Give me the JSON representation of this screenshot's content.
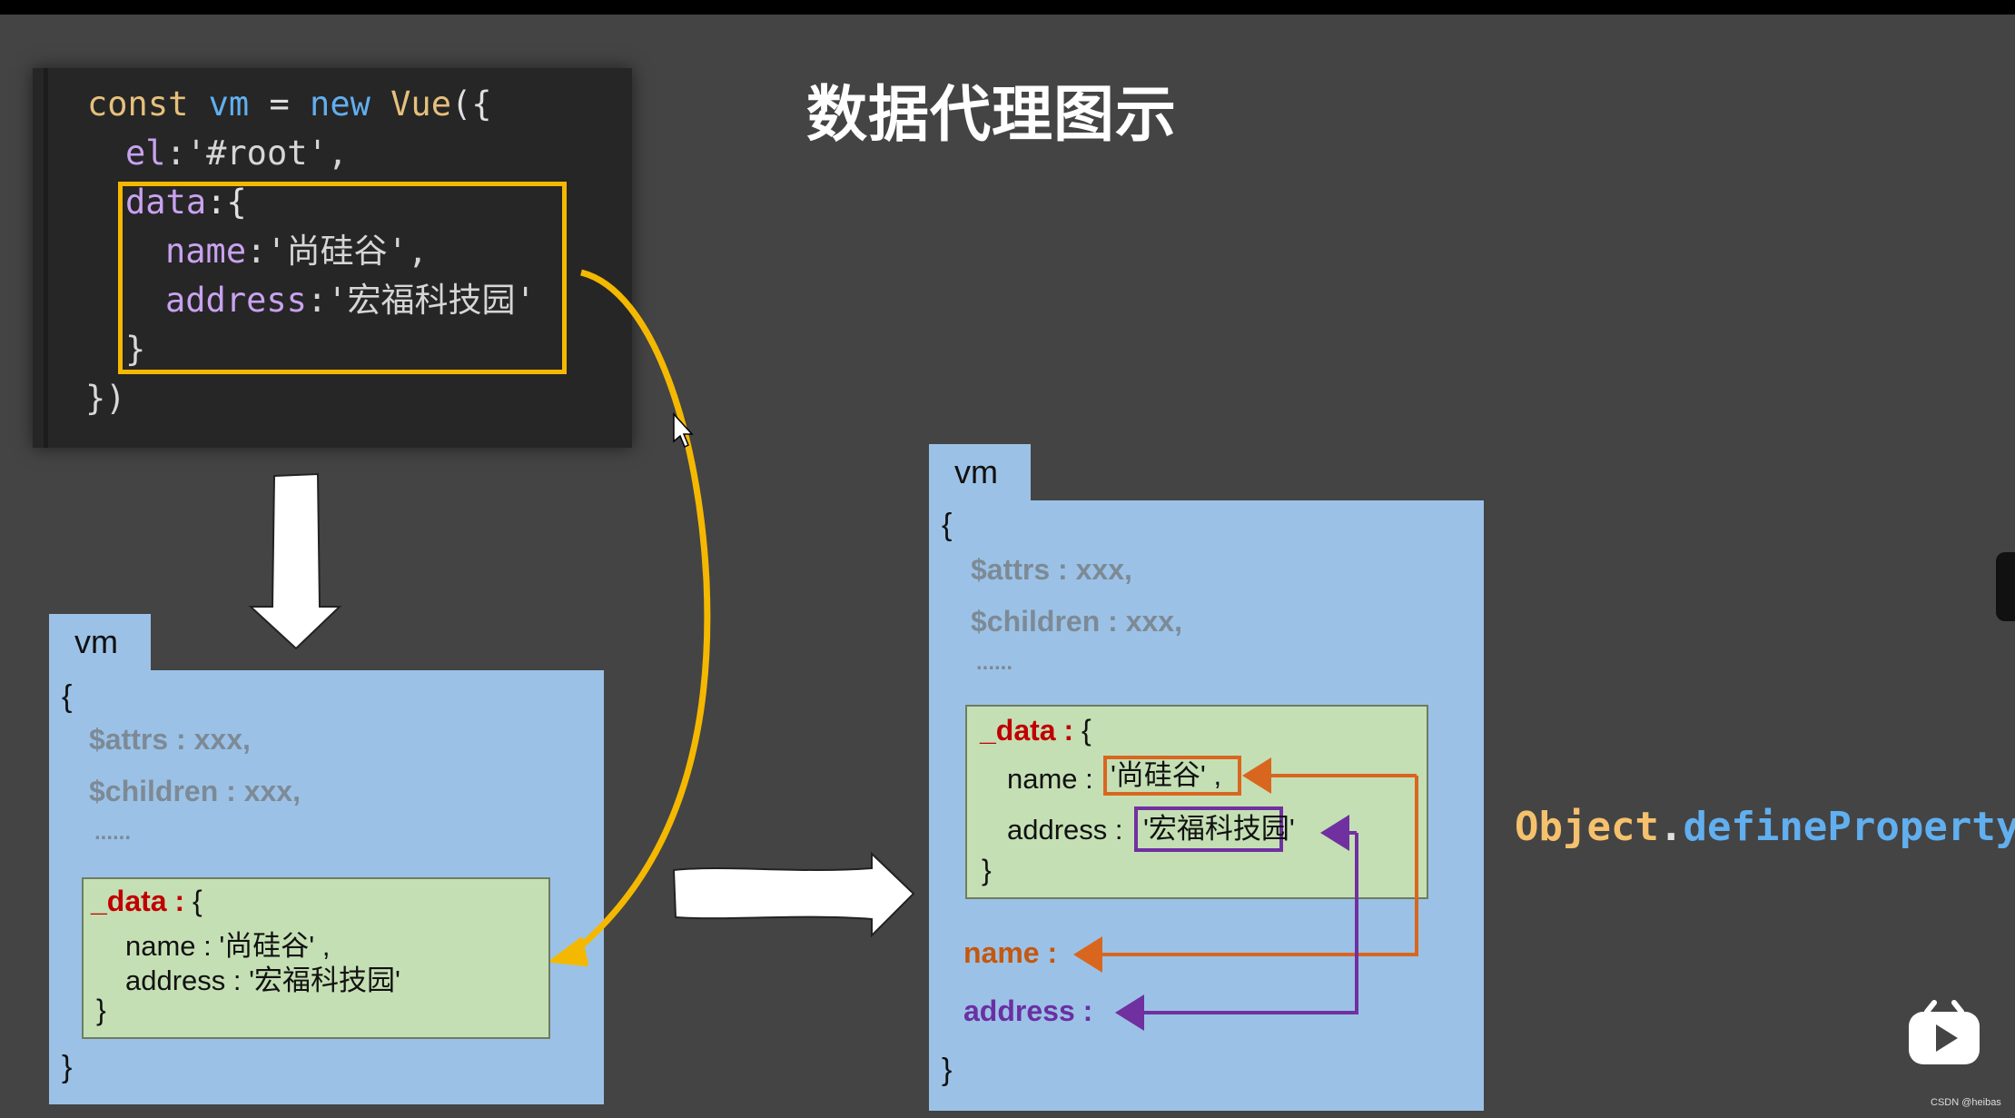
{
  "title": "数据代理图示",
  "code": {
    "line1": {
      "kw": "const ",
      "vm": "vm",
      "eq": " = ",
      "new": "new ",
      "vue": "Vue",
      "end": "({"
    },
    "line2": {
      "key": "el",
      "rest": ":'#root',"
    },
    "line3": {
      "key": "data",
      "rest": ":{"
    },
    "line4": {
      "key": "name",
      "rest": ":'尚硅谷',"
    },
    "line5": {
      "key": "address",
      "rest": ":'宏福科技园'"
    },
    "line6": "}",
    "line7": "})"
  },
  "left_vm": {
    "tab": "vm",
    "open": "{",
    "attrs": "$attrs : xxx,",
    "children": "$children : xxx,",
    "dots": "......",
    "data_key": "_data : ",
    "data_open": "{",
    "name_line": "name : '尚硅谷' ,",
    "address_line": "address : '宏福科技园'",
    "data_close": "}",
    "close": "}"
  },
  "right_vm": {
    "tab": "vm",
    "open": "{",
    "attrs": "$attrs : xxx,",
    "children": "$children : xxx,",
    "dots": "......",
    "data_key": "_data : ",
    "data_open": "{",
    "name_label": "name : ",
    "name_value": "'尚硅谷' ,",
    "address_label": "address : ",
    "address_value": "'宏福科技园'",
    "data_close": "}",
    "proxy_name": "name :",
    "proxy_address": "address :",
    "close": "}"
  },
  "define_property": {
    "obj": "Object",
    "dot": ".",
    "method": "defineProperty"
  },
  "watermark": "CSDN @heibas",
  "colors": {
    "background": "#444444",
    "code_bg": "#262626",
    "highlight": "#f5b800",
    "panel": "#9bc2e6",
    "data_box": "#c5dfb4",
    "name_arrow": "#d9661f",
    "address_arrow": "#7030a0"
  },
  "icons": [
    "down-arrow-icon",
    "right-arrow-icon",
    "mouse-cursor-icon",
    "bilibili-tv-icon"
  ]
}
